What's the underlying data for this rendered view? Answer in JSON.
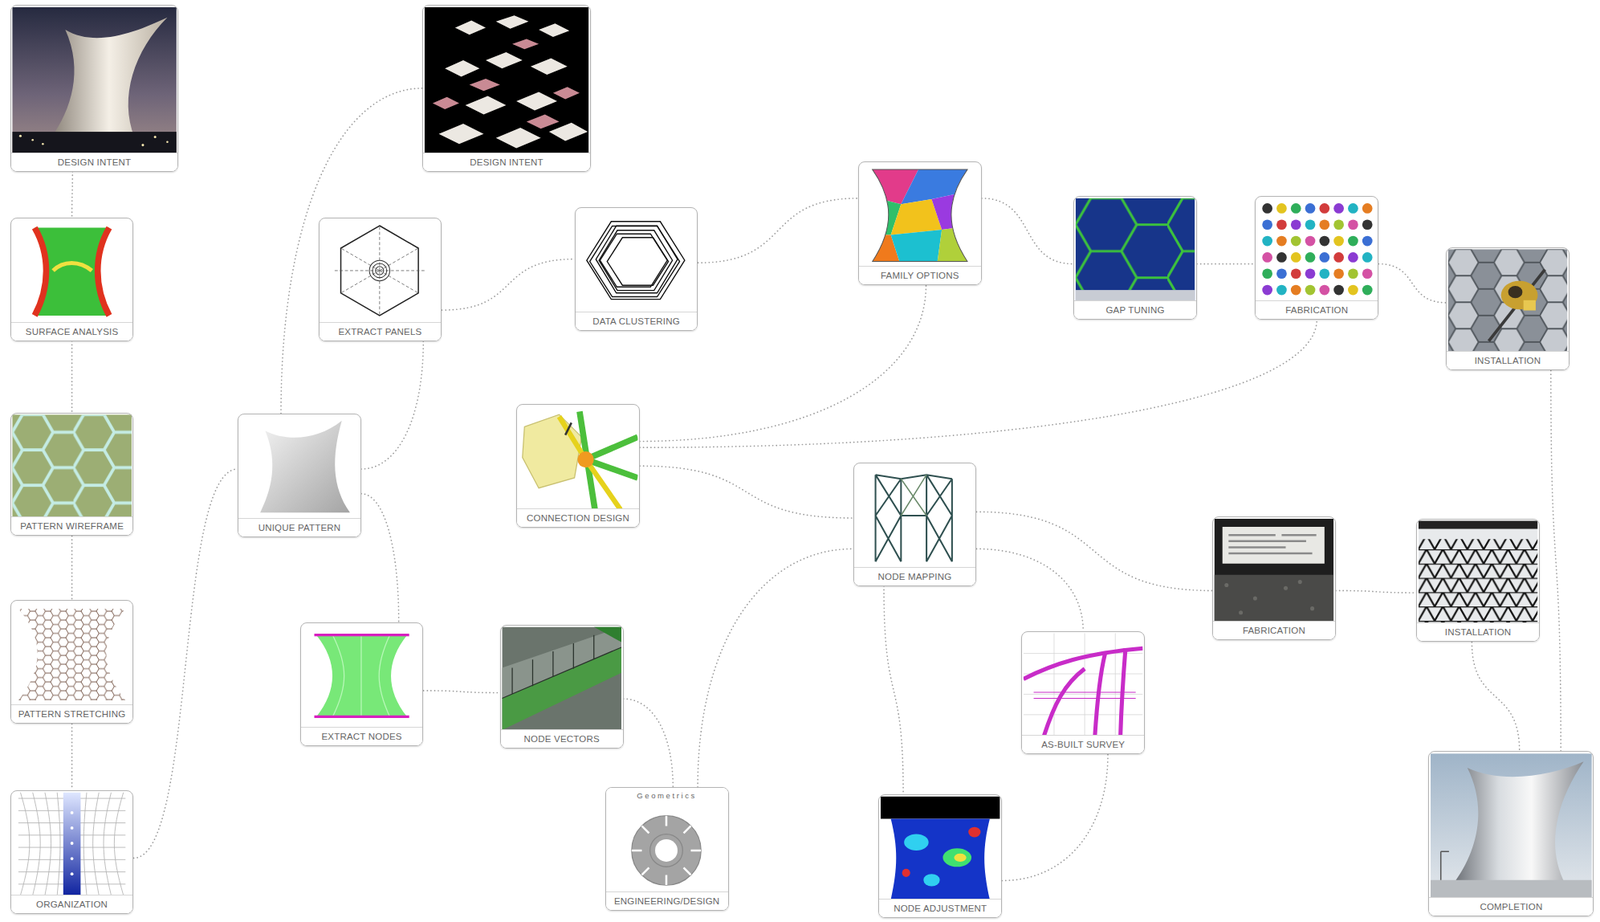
{
  "diagram": {
    "nodes": [
      {
        "text": [
          "DESIGN INTENT"
        ]
      },
      {
        "text": [
          "SURFACE ANALYSIS"
        ]
      },
      {
        "text": [
          "PATTERN WIREFRAME"
        ]
      },
      {
        "text": [
          "PATTERN STRETCHING"
        ]
      },
      {
        "text": [
          "ORGANIZATION"
        ]
      },
      {
        "text": [
          "UNIQUE PATTERN"
        ]
      },
      {
        "text": [
          "DESIGN INTENT"
        ]
      },
      {
        "text": [
          "EXTRACT PANELS"
        ]
      },
      {
        "text": [
          "EXTRACT NODES"
        ]
      },
      {
        "text": [
          "NODE VECTORS"
        ]
      },
      {
        "text": [
          "Geometrics",
          "ENGINEERING/DESIGN"
        ]
      },
      {
        "text": [
          "DATA CLUSTERING"
        ]
      },
      {
        "text": [
          "CONNECTION DESIGN"
        ]
      },
      {
        "text": [
          "FAMILY OPTIONS"
        ]
      },
      {
        "text": [
          "NODE MAPPING"
        ]
      },
      {
        "text": [
          "GAP TUNING"
        ]
      },
      {
        "text": [
          "FABRICATION"
        ]
      },
      {
        "text": [
          "INSTALLATION"
        ]
      },
      {
        "text": [
          "AS-BUILT SURVEY"
        ]
      },
      {
        "text": [
          "NODE ADJUSTMENT"
        ]
      },
      {
        "text": [
          "FABRICATION"
        ]
      },
      {
        "text": [
          "INSTALLATION"
        ]
      },
      {
        "text": [
          "COMPLETION"
        ]
      }
    ],
    "edges": [
      {
        "from": 0,
        "to": 1,
        "arrow": "none"
      },
      {
        "from": 1,
        "to": 2,
        "arrow": "none"
      },
      {
        "from": 2,
        "to": 3,
        "arrow": "none"
      },
      {
        "from": 3,
        "to": 4,
        "arrow": "none"
      },
      {
        "from": 4,
        "to": 5,
        "arrow": "none"
      },
      {
        "from": 5,
        "to": 6,
        "arrow": "none"
      },
      {
        "from": 5,
        "to": 7,
        "arrow": "none"
      },
      {
        "from": 5,
        "to": 8,
        "arrow": "none"
      },
      {
        "from": 7,
        "to": 11,
        "arrow": "none"
      },
      {
        "from": 11,
        "to": 13,
        "arrow": "none"
      },
      {
        "from": 12,
        "to": 13,
        "arrow": "none"
      },
      {
        "from": 12,
        "to": 16,
        "arrow": "none"
      },
      {
        "from": 12,
        "to": 14,
        "arrow": "none"
      },
      {
        "from": 13,
        "to": 15,
        "arrow": "none"
      },
      {
        "from": 15,
        "to": 16,
        "arrow": "none"
      },
      {
        "from": 16,
        "to": 17,
        "arrow": "none"
      },
      {
        "from": 17,
        "to": 22,
        "arrow": "none"
      },
      {
        "from": 8,
        "to": 9,
        "arrow": "none"
      },
      {
        "from": 9,
        "to": 10,
        "arrow": "none"
      },
      {
        "from": 10,
        "to": 14,
        "arrow": "none"
      },
      {
        "from": 14,
        "to": 20,
        "arrow": "none"
      },
      {
        "from": 14,
        "to": 18,
        "arrow": "none"
      },
      {
        "from": 14,
        "to": 19,
        "arrow": "none"
      },
      {
        "from": 19,
        "to": 18,
        "arrow": "none"
      },
      {
        "from": 20,
        "to": 21,
        "arrow": "none"
      },
      {
        "from": 21,
        "to": 22,
        "arrow": "none"
      }
    ]
  }
}
